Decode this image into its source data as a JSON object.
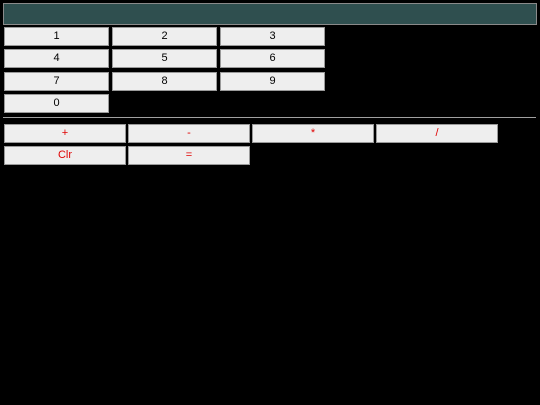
{
  "display": {
    "value": ""
  },
  "digits": {
    "one": "1",
    "two": "2",
    "three": "3",
    "four": "4",
    "five": "5",
    "six": "6",
    "seven": "7",
    "eight": "8",
    "nine": "9",
    "zero": "0"
  },
  "operators": {
    "plus": "+",
    "minus": "-",
    "multiply": "*",
    "divide": "/",
    "clear": "Clr",
    "equals": "="
  },
  "colors": {
    "display_background": "#2f4f4f",
    "button_background": "#eeeeee",
    "operator_text": "#e00000",
    "page_background": "#000000"
  }
}
